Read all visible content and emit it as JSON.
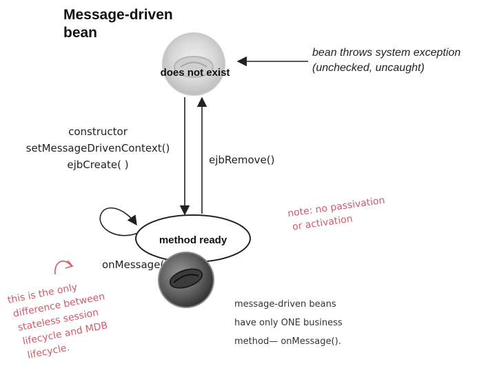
{
  "title": [
    "Message-driven",
    "bean"
  ],
  "states": {
    "does_not_exist": "does not exist",
    "method_ready": "method ready"
  },
  "transitions": {
    "create": [
      "constructor",
      "setMessageDrivenContext()",
      "ejbCreate( )"
    ],
    "remove": "ejbRemove()",
    "on_message": "onMessage()"
  },
  "notes": {
    "exception": [
      "bean throws system exception",
      "(unchecked, uncaught)"
    ],
    "passivation": [
      "note: no passivation",
      "or activation"
    ],
    "difference": [
      "this is the only",
      "difference between",
      "stateless session",
      "lifecycle and MDB",
      "lifecycle."
    ],
    "business_method": [
      "message-driven beans",
      "have only ONE business",
      "method— onMessage()."
    ]
  }
}
